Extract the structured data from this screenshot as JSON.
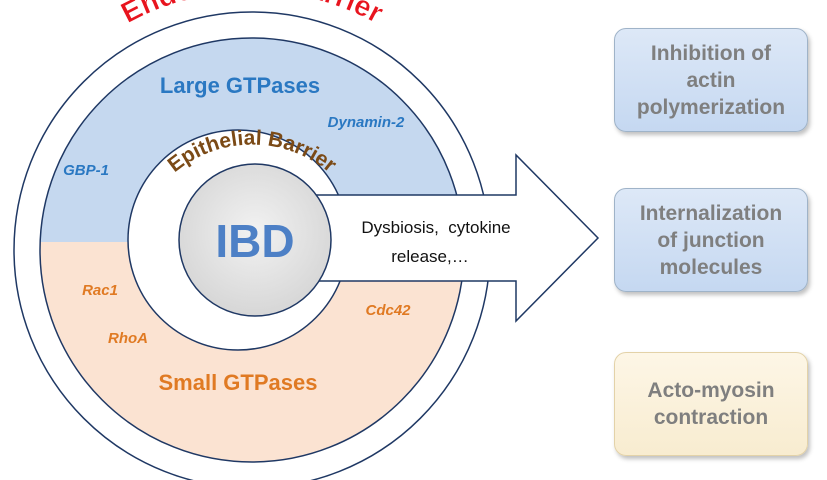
{
  "outer": {
    "label": "Endothelial Barrier",
    "label_color": "#e8141e"
  },
  "large": {
    "title": "Large GTPases",
    "items": [
      "Dynamin-2",
      "GBP-1"
    ],
    "color": "#2a78c2",
    "fill": "#c5d8ef"
  },
  "small": {
    "title": "Small GTPases",
    "items": [
      "Rac1",
      "RhoA",
      "Cdc42"
    ],
    "color": "#e07a23",
    "fill": "#fbe3d2"
  },
  "inner": {
    "label": "Epithelial Barrier",
    "label_color": "#7b4a16"
  },
  "center": {
    "label": "IBD",
    "color": "#4d80c6"
  },
  "arrow": {
    "text_line1": "Dysbiosis,  cytokine",
    "text_line2": "release,…"
  },
  "boxes": [
    {
      "text": "Inhibition of\nactin\npolymerization",
      "style": "blue"
    },
    {
      "text": "Internalization\nof junction\nmolecules",
      "style": "blue"
    },
    {
      "text": "Acto-myosin\ncontraction",
      "style": "cream"
    }
  ]
}
